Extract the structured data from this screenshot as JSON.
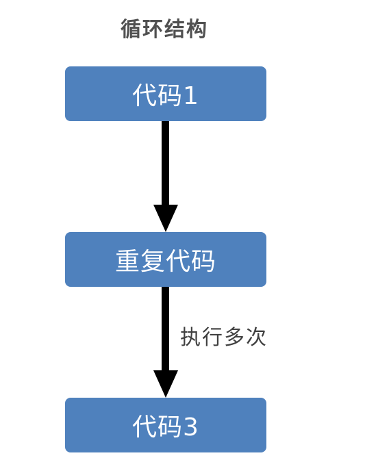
{
  "diagram": {
    "title": "循环结构",
    "nodes": [
      {
        "id": "n1",
        "label": "代码1"
      },
      {
        "id": "n2",
        "label": "重复代码"
      },
      {
        "id": "n3",
        "label": "代码3"
      }
    ],
    "edges": [
      {
        "from": "n1",
        "to": "n2",
        "label": ""
      },
      {
        "from": "n2",
        "to": "n3",
        "label": "执行多次"
      }
    ],
    "colors": {
      "node_fill": "#4f81bd",
      "node_text": "#ffffff",
      "arrow": "#000000",
      "title_text": "#505050",
      "label_text": "#404040"
    }
  }
}
